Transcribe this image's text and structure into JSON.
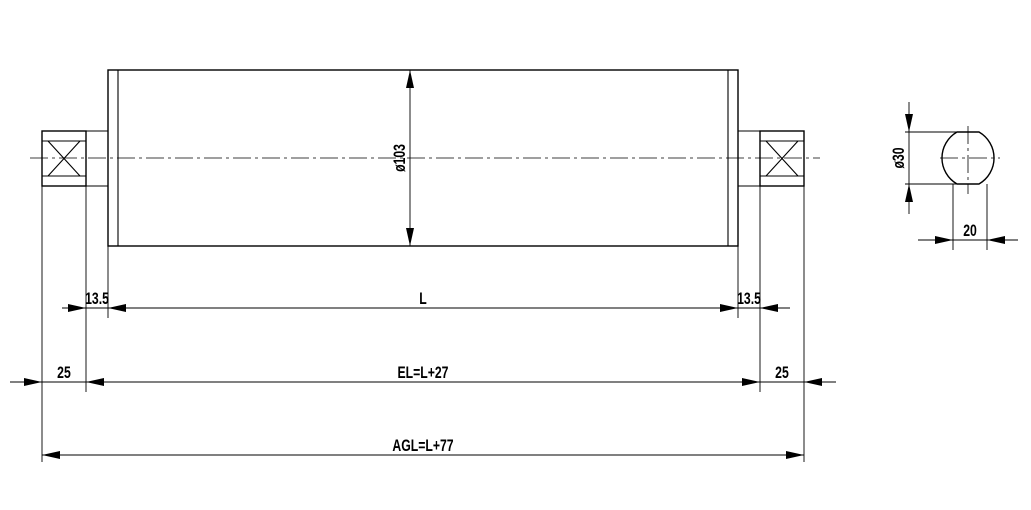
{
  "dimensions": {
    "diameter_roller": "ø103",
    "diameter_shaft": "ø30",
    "flat_width": "20",
    "end_offset_left": "13.5",
    "end_offset_right": "13.5",
    "length": "L",
    "bearing_left": "25",
    "bearing_right": "25",
    "effective_length": "EL=L+27",
    "overall_length": "AGL=L+77"
  }
}
